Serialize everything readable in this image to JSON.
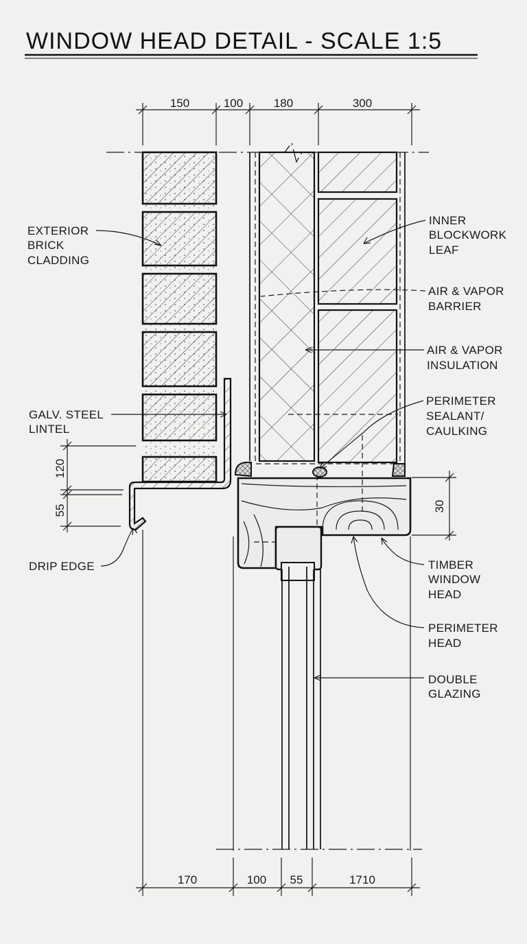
{
  "title": "WINDOW HEAD DETAIL - SCALE 1:5",
  "dimensions": {
    "top": [
      "150",
      "100",
      "180",
      "300"
    ],
    "bottom": [
      "170",
      "100",
      "55",
      "1710"
    ],
    "left": [
      "120",
      "55"
    ],
    "right": [
      "30"
    ]
  },
  "labels": {
    "brick": [
      "EXTERIOR",
      "BRICK",
      "CLADDING"
    ],
    "lintel": [
      "GALV. STEEL",
      "LINTEL"
    ],
    "drip": [
      "DRIP EDGE"
    ],
    "blockwork": [
      "INNER",
      "BLOCKWORK",
      "LEAF"
    ],
    "barrier": [
      "AIR & VAPOR",
      "BARRIER"
    ],
    "insulation": [
      "AIR & VAPOR",
      "INSULATION"
    ],
    "sealant": [
      "PERIMETER",
      "SEALANT/",
      "CAULKING"
    ],
    "timber": [
      "TIMBER",
      "WINDOW",
      "HEAD"
    ],
    "perimeter_head": [
      "PERIMETER",
      "HEAD"
    ],
    "glazing": [
      "DOUBLE",
      "GLAZING"
    ]
  }
}
